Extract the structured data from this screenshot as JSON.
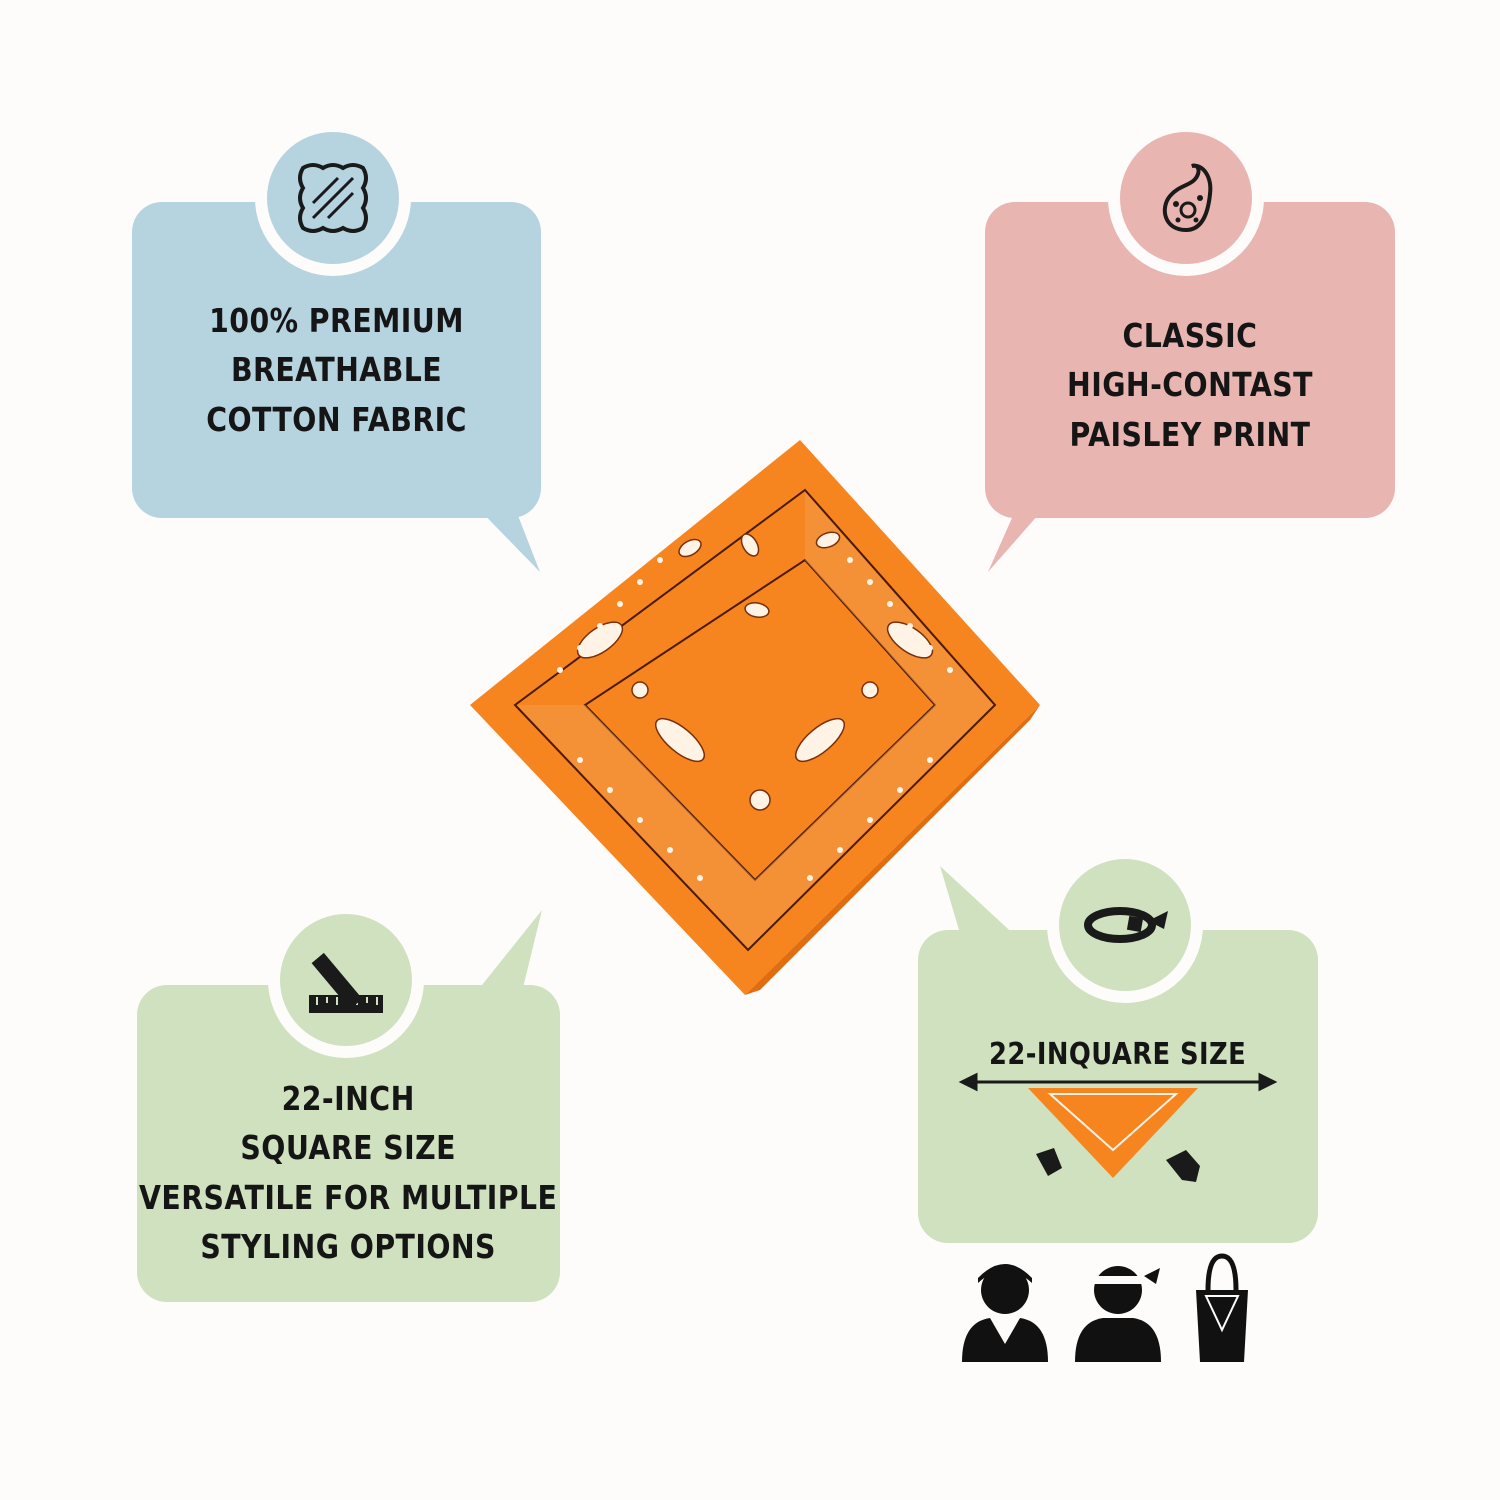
{
  "features": {
    "fabric": {
      "lines": [
        "100% PREMIUM",
        "BREATHABLE",
        "COTTON FABRIC"
      ],
      "icon": "fabric-swatch-icon",
      "color": "#b6d3e0"
    },
    "print": {
      "lines": [
        "CLASSIC",
        "HIGH-CONTAST",
        "PAISLEY PRINT"
      ],
      "icon": "paisley-icon",
      "color": "#e8b5b1"
    },
    "size": {
      "lines": [
        "22-INCH",
        "SQUARE SIZE",
        "VERSATILE FOR MULTIPLE",
        "STYLING OPTIONS"
      ],
      "icon": "ruler-icon",
      "color": "#cfe1bf"
    },
    "styling": {
      "label": "22-INQUARE SIZE",
      "icon": "headband-icon",
      "color": "#cfe1bf"
    }
  },
  "product": {
    "name": "bandana",
    "color": "#f7851f"
  },
  "usage_icons": [
    "neck-scarf-person-icon",
    "headband-person-icon",
    "bag-icon"
  ]
}
